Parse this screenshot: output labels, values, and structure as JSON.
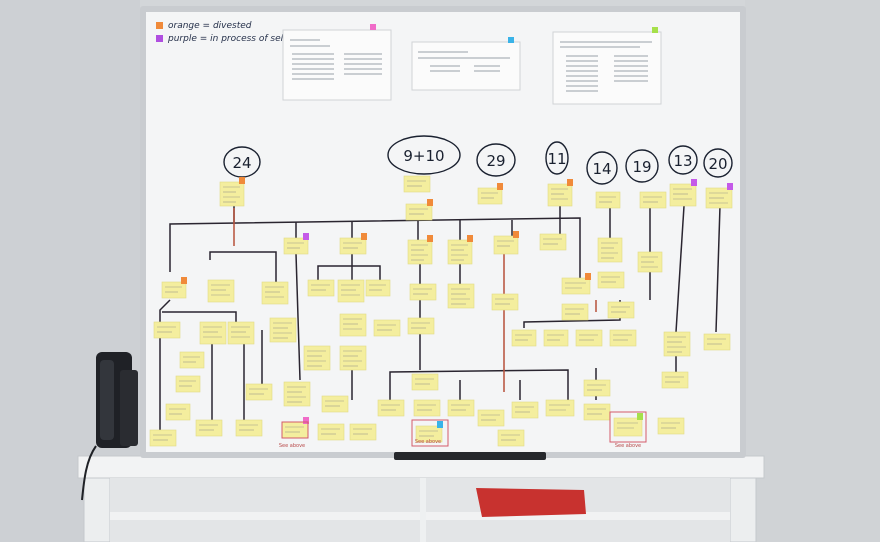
{
  "legend": {
    "orange": {
      "color": "#f08a3a",
      "text": "orange = divested"
    },
    "purple": {
      "color": "#b04fe0",
      "text": "purple = in process of selling"
    }
  },
  "groups": [
    "24",
    "9+10",
    "29",
    "11",
    "14",
    "19",
    "13",
    "20"
  ],
  "see_above_note": "See above",
  "colors": {
    "wall": "#d3d6d9",
    "board": "#f4f5f6",
    "frame": "#c9ccd0",
    "sticky": "#f4ee9e",
    "tag_orange": "#f08a3a",
    "tag_purple": "#c45ae8",
    "tag_pink": "#f06bc8",
    "tag_blue": "#3ab3e8",
    "tag_green": "#a6e04a",
    "line_dark": "#2a2530",
    "line_red": "#b7503a",
    "cabinet": "#eef0f1"
  },
  "objects": [
    "phone-icon",
    "red-booklet"
  ]
}
